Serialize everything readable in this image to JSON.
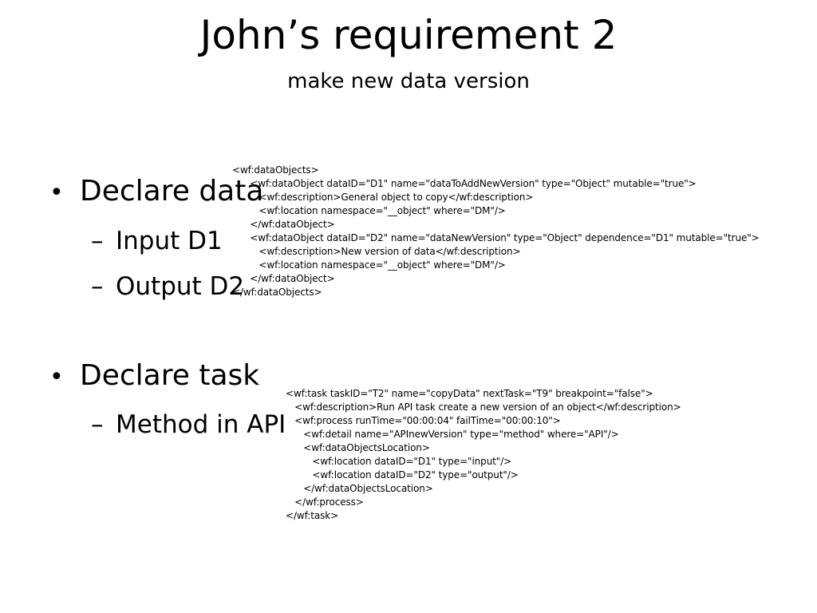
{
  "slide": {
    "title": "John’s requirement 2",
    "subtitle": "make new data version",
    "bullets": [
      {
        "label": "Declare data",
        "sub": [
          "Input D1",
          "Output D2"
        ]
      },
      {
        "label": "Declare task",
        "sub": [
          "Method in API"
        ]
      }
    ],
    "code_data": [
      "<wf:dataObjects>",
      "      <wf:dataObject dataID=\"D1\" name=\"dataToAddNewVersion\" type=\"Object\" mutable=\"true\">",
      "         <wf:description>General object to copy</wf:description>",
      "         <wf:location namespace=\"__object\" where=\"DM\"/>",
      "      </wf:dataObject>",
      "      <wf:dataObject dataID=\"D2\" name=\"dataNewVersion\" type=\"Object\" dependence=\"D1\" mutable=\"true\">",
      "         <wf:description>New version of data</wf:description>",
      "         <wf:location namespace=\"__object\" where=\"DM\"/>",
      "      </wf:dataObject>",
      "</wf:dataObjects>"
    ],
    "code_task": [
      "<wf:task taskID=\"T2\" name=\"copyData\" nextTask=\"T9\" breakpoint=\"false\">",
      "   <wf:description>Run API task create a new version of an object</wf:description>",
      "   <wf:process runTime=\"00:00:04\" failTime=\"00:00:10\">",
      "      <wf:detail name=\"APInewVersion\" type=\"method\" where=\"API\"/>",
      "      <wf:dataObjectsLocation>",
      "         <wf:location dataID=\"D1\" type=\"input\"/>",
      "         <wf:location dataID=\"D2\" type=\"output\"/>",
      "      </wf:dataObjectsLocation>",
      "   </wf:process>",
      "</wf:task>"
    ]
  }
}
